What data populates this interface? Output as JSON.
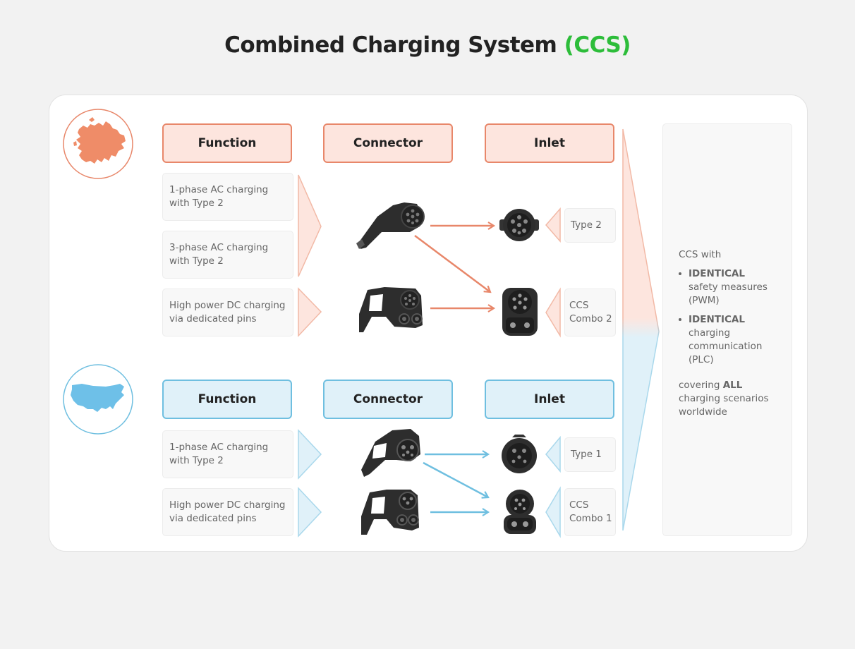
{
  "title": {
    "main": "Combined Charging System ",
    "accent": "(CCS)"
  },
  "regions": {
    "europe": {
      "headers": {
        "function": "Function",
        "connector": "Connector",
        "inlet": "Inlet"
      },
      "functions": [
        "1-phase AC charging with Type 2",
        "3-phase AC charging with Type 2",
        "High power DC charging via dedicated pins"
      ],
      "inlets": [
        "Type 2",
        "CCS Combo 2"
      ],
      "color": "#e8876a"
    },
    "usa": {
      "headers": {
        "function": "Function",
        "connector": "Connector",
        "inlet": "Inlet"
      },
      "functions": [
        "1-phase AC charging with Type 2",
        "High power DC charging via dedicated pins"
      ],
      "inlets": [
        "Type 1",
        "CCS Combo 1"
      ],
      "color": "#6fbfe0"
    }
  },
  "summary": {
    "intro": "CCS with",
    "points": [
      {
        "strong": "IDENTICAL",
        "text": "safety measures (PWM)"
      },
      {
        "strong": "IDENTICAL",
        "text": "charging communication (PLC)"
      }
    ],
    "coverage_pre": "covering ",
    "coverage_strong": "ALL",
    "coverage_post": " charging scenarios worldwide"
  },
  "icons": {
    "europe_map": "europe-map-icon",
    "usa_map": "usa-map-icon",
    "connector": "charging-plug-icon",
    "inlet": "vehicle-inlet-icon"
  }
}
